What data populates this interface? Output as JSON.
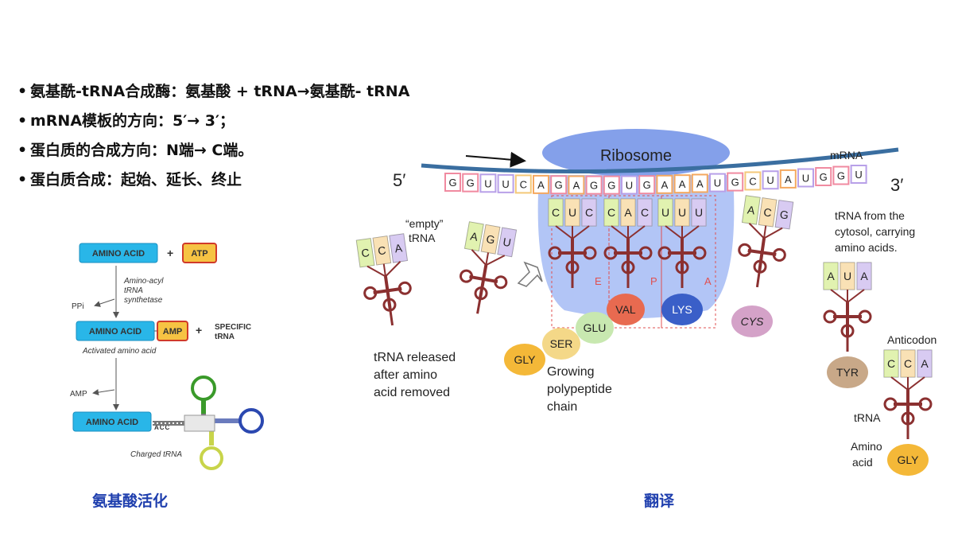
{
  "bullets": [
    "氨基酰-tRNA合成酶：氨基酸 + tRNA→氨基酰- tRNA",
    "mRNA模板的方向：5′→ 3′；",
    "蛋白质的合成方向：N端→ C端。",
    "蛋白质合成：起始、延长、终止"
  ],
  "activation": {
    "amino_acid": "AMINO ACID",
    "plus": "+",
    "atp": "ATP",
    "enzyme": [
      "Amino-acyl",
      "tRNA",
      "synthetase"
    ],
    "ppi": "PPi",
    "amp": "AMP",
    "specific": [
      "SPECIFIC",
      "tRNA"
    ],
    "activated": "Activated amino acid",
    "amp_out": "AMP",
    "acc": "ACC",
    "charged": "Charged tRNA",
    "caption": "氨基酸活化"
  },
  "translation": {
    "ribosome": "Ribosome",
    "mrna_label": "mRNA",
    "five_prime": "5′",
    "three_prime": "3′",
    "mrna_seq": [
      "G",
      "G",
      "U",
      "U",
      "C",
      "A",
      "G",
      "A",
      "G",
      "G",
      "U",
      "G",
      "A",
      "A",
      "A",
      "U",
      "G",
      "C",
      "U",
      "A",
      "U",
      "G",
      "G",
      "U"
    ],
    "empty_trna": [
      "“empty”",
      "tRNA"
    ],
    "released": [
      "tRNA released",
      "after amino",
      "acid removed"
    ],
    "sites": [
      "E",
      "P",
      "A"
    ],
    "codons": {
      "empty1": [
        "C",
        "C",
        "A"
      ],
      "empty2": [
        "A",
        "G",
        "U"
      ],
      "e_site": [
        "C",
        "U",
        "C"
      ],
      "p_site": [
        "C",
        "A",
        "C"
      ],
      "a_site": [
        "U",
        "U",
        "U"
      ],
      "incoming": [
        "A",
        "C",
        "G"
      ],
      "tyr": [
        "A",
        "U",
        "A"
      ],
      "gly": [
        "C",
        "C",
        "A"
      ]
    },
    "amino_acids": {
      "val": "VAL",
      "lys": "LYS",
      "cys": "CYS",
      "glu": "GLU",
      "ser": "SER",
      "gly": "GLY",
      "tyr": "TYR",
      "gly2": "GLY"
    },
    "growing": [
      "Growing",
      "polypeptide",
      "chain"
    ],
    "from_cytosol": [
      "tRNA from the",
      "cytosol, carrying",
      "amino acids."
    ],
    "anticodon": "Anticodon",
    "trna": "tRNA",
    "amino_acid": [
      "Amino",
      "acid"
    ],
    "caption": "翻译"
  },
  "colors": {
    "caption": "#1f3fae",
    "cyan_box": "#29b6e8",
    "atp_box": "#f6c343",
    "ribosome": "#6f8fe6"
  }
}
